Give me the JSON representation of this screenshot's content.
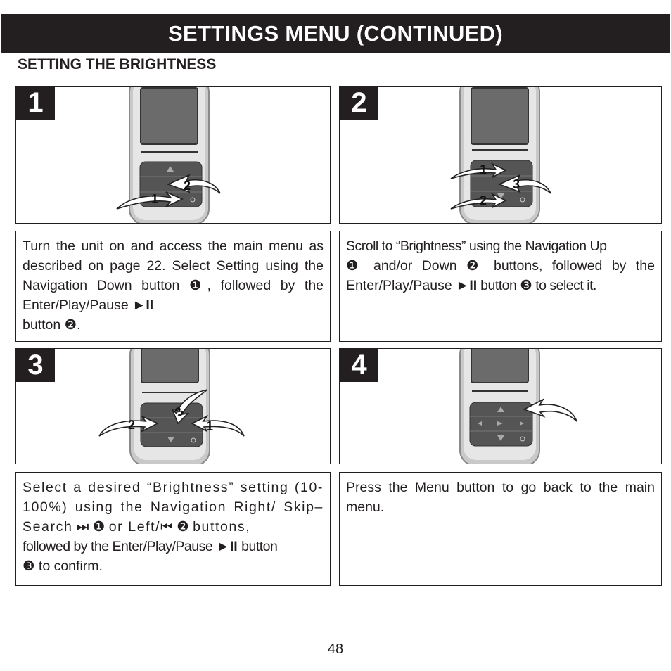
{
  "header": {
    "title": "SETTINGS MENU (CONTINUED)"
  },
  "section": {
    "title": "SETTING THE BRIGHTNESS"
  },
  "steps": [
    {
      "number": "1",
      "callouts": [
        "1",
        "2"
      ],
      "text_a": "Turn the unit on and access the main menu as described on page 22. Select Setting using the Navigation Down button",
      "marker_a": "❶",
      "text_b": ", followed by the Enter/Play/Pause",
      "playpause": "►II",
      "text_c": "button",
      "marker_b": "❷",
      "text_d": "."
    },
    {
      "number": "2",
      "callouts": [
        "1",
        "3",
        "2"
      ],
      "text_a": "Scroll to “Brightness” using the Navigation Up",
      "marker_a": "❶",
      "text_b": "and/or Down",
      "marker_b": "❷",
      "text_c": "buttons, followed by the Enter/Play/Pause",
      "playpause": "►II",
      "text_d": "button",
      "marker_c": "❸",
      "text_e": "to select it."
    },
    {
      "number": "3",
      "callouts": [
        "3",
        "2",
        "1"
      ],
      "text_a": "Select a desired “Brightness” setting (10-100%) using the Navigation Right/ Skip–Search",
      "skip_icon": "⏭",
      "marker_a": "❶",
      "text_b": "or Left/",
      "back_icon": "⏮",
      "marker_b": "❷",
      "text_c": "buttons,",
      "text_d": "followed by the Enter/Play/Pause",
      "playpause": "►II",
      "text_e": "button",
      "marker_c": "❸",
      "text_f": "to confirm."
    },
    {
      "number": "4",
      "text": "Press the Menu button to go back to the main menu."
    }
  ],
  "page_number": "48"
}
